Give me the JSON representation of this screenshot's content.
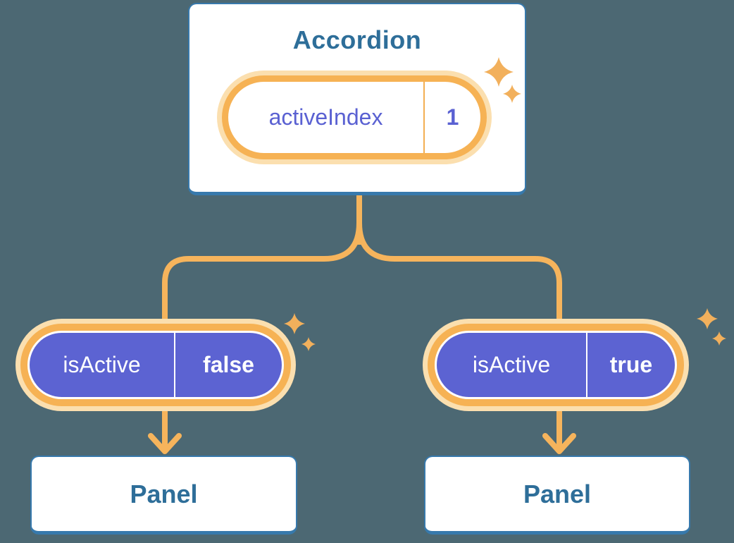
{
  "colors": {
    "background": "#4C6873",
    "card_border_blue": "#3779AC",
    "card_text_blue": "#2E6E99",
    "accent_orange": "#F6B45C",
    "orange_glow": "#FBDFAF",
    "pill_purple": "#5C63D2",
    "state_text_indigo": "#5A61D2",
    "sparkle_orange": "#F2B05C"
  },
  "root_component": {
    "name": "Accordion",
    "state": {
      "key": "activeIndex",
      "value": "1"
    }
  },
  "children": [
    {
      "prop": {
        "key": "isActive",
        "value": "false"
      },
      "component": {
        "name": "Panel"
      }
    },
    {
      "prop": {
        "key": "isActive",
        "value": "true"
      },
      "component": {
        "name": "Panel"
      }
    }
  ]
}
